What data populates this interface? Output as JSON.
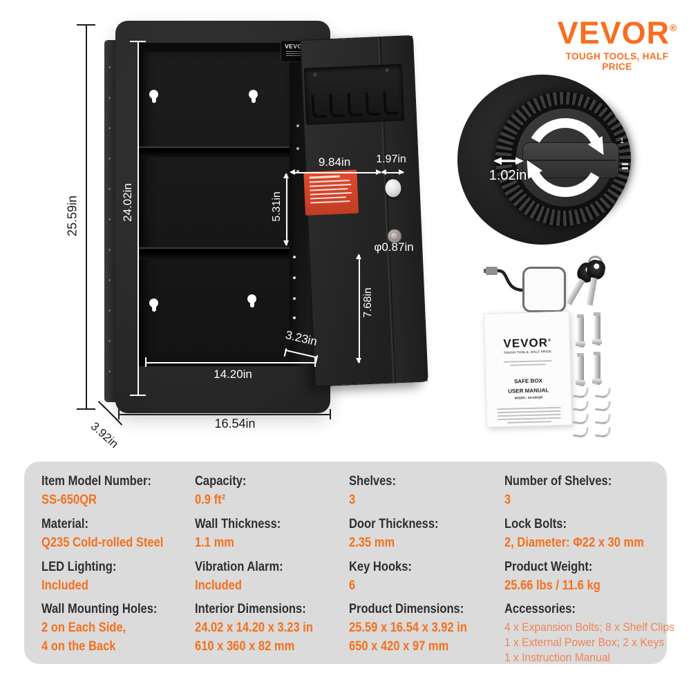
{
  "brand": {
    "name": "VEVOR",
    "reg": "®",
    "tagline": "TOUGH TOOLS, HALF PRICE"
  },
  "safe_plate": {
    "name": "VEVOR"
  },
  "dims": {
    "overall_height": "25.59in",
    "interior_height": "24.02in",
    "depth": "3.92in",
    "overall_width": "16.54in",
    "interior_width": "14.20in",
    "interior_depth": "3.23in",
    "door_panel_width": "9.84in",
    "door_column_width": "1.97in",
    "upper_section_height": "5.31in",
    "lock_diameter": "φ0.87in",
    "lower_section_height": "7.68in",
    "dial_width": "1.02in",
    "dial_peek_digit": "1"
  },
  "manual": {
    "brand": "VEVOR",
    "reg": "®",
    "tagline": "TOUGH TOOLS, HALF PRICE",
    "title1": "SAFE BOX",
    "title2": "USER MANUAL",
    "model": "MODEL: SS-650QR"
  },
  "specs": {
    "col1": {
      "r1": {
        "label": "Item Model Number:",
        "value": "SS-650QR"
      },
      "r2": {
        "label": "Material:",
        "value": "Q235 Cold-rolled Steel"
      },
      "r3": {
        "label": "LED Lighting:",
        "value": "Included"
      },
      "r4": {
        "label": "Wall Mounting Holes:",
        "line1": "2 on Each Side,",
        "line2": "4 on the Back"
      }
    },
    "col2": {
      "r1": {
        "label": "Capacity:",
        "value": "0.9 ft²"
      },
      "r2": {
        "label": "Wall Thickness:",
        "value": "1.1 mm"
      },
      "r3": {
        "label": "Vibration Alarm:",
        "value": "Included"
      },
      "r4": {
        "label": "Interior Dimensions:",
        "line1": "24.02 x 14.20 x 3.23 in",
        "line2": "610 x 360 x 82 mm"
      }
    },
    "col3": {
      "r1": {
        "label": "Shelves:",
        "value": "3"
      },
      "r2": {
        "label": "Door Thickness:",
        "value": "2.35 mm"
      },
      "r3": {
        "label": "Key Hooks:",
        "value": "6"
      },
      "r4": {
        "label": "Product Dimensions:",
        "line1": "25.59 x 16.54 x 3.92 in",
        "line2": "650 x 420 x 97 mm"
      }
    },
    "col4": {
      "r1": {
        "label": "Number of Shelves:",
        "value": "3"
      },
      "r2": {
        "label": "Lock Bolts:",
        "value": "2, Diameter: Φ22 x 30 mm"
      },
      "r3": {
        "label": "Product Weight:",
        "value": "25.66 lbs / 11.6 kg"
      },
      "r4": {
        "label": "Accessories:",
        "line1": "4 x Expansion Bolts; 8 x Shelf Clips",
        "line2": "1 x External Power Box; 2 x Keys",
        "line3": "1 x Instruction Manual"
      }
    }
  },
  "colors": {
    "accent_orange": "#F86E20",
    "spec_value_orange": "#F5701C",
    "panel_gray": "#DBDBDB"
  }
}
